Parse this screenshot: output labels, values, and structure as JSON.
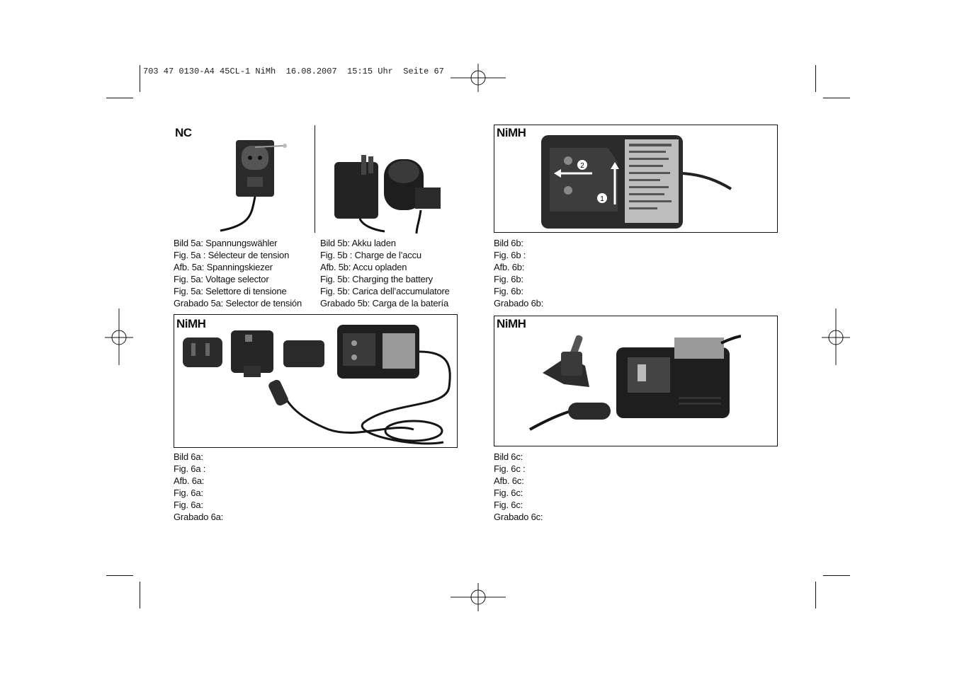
{
  "header": {
    "text": "703 47 0130-A4 45CL-1 NiMh  16.08.2007  15:15 Uhr  Seite 67"
  },
  "sections": {
    "nc": {
      "title": "NC"
    },
    "nimh_6a": {
      "title": "NiMH"
    },
    "nimh_6b": {
      "title": "NiMH"
    },
    "nimh_6c": {
      "title": "NiMH"
    }
  },
  "captions": {
    "fig5a": [
      "Bild 5a: Spannungswähler",
      "Fig. 5a : Sélecteur de tension",
      "Afb. 5a: Spanningskiezer",
      "Fig. 5a: Voltage selector",
      "Fig. 5a: Selettore di tensione",
      "Grabado 5a: Selector de tensión"
    ],
    "fig5b": [
      "Bild 5b: Akku laden",
      "Fig. 5b : Charge de l’accu",
      "Afb. 5b: Accu opladen",
      "Fig. 5b: Charging the battery",
      "Fig. 5b: Carica dell’accumulatore",
      "Grabado 5b: Carga de la batería"
    ],
    "fig6a": [
      "Bild 6a:",
      "Fig. 6a :",
      "Afb. 6a:",
      "Fig. 6a:",
      "Fig. 6a:",
      "Grabado 6a:"
    ],
    "fig6b": [
      "Bild 6b:",
      "Fig. 6b :",
      "Afb. 6b:",
      "Fig. 6b:",
      "Fig. 6b:",
      "Grabado 6b:"
    ],
    "fig6c": [
      "Bild 6c:",
      "Fig. 6c :",
      "Afb. 6c:",
      "Fig. 6c:",
      "Fig. 6c:",
      "Grabado 6c:"
    ]
  },
  "markers": {
    "arrow1": "1",
    "arrow2": "2"
  },
  "icons": [
    "registration-mark",
    "crop-mark"
  ]
}
